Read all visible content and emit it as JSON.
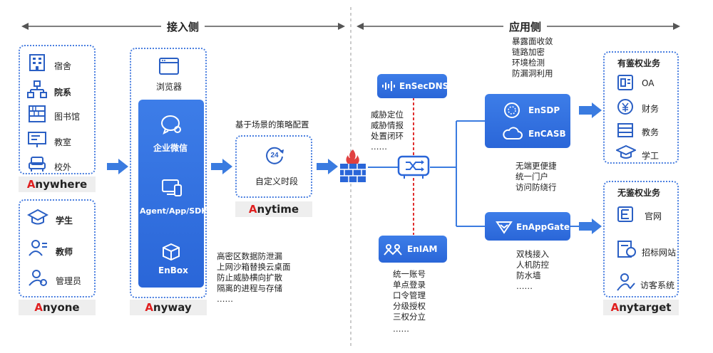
{
  "headers": {
    "left": "接入侧",
    "right": "应用侧"
  },
  "anywhere": {
    "items": [
      "宿舍",
      "院系",
      "图书馆",
      "教室",
      "校外"
    ],
    "label_first": "A",
    "label_rest": "nywhere"
  },
  "anyone": {
    "items": [
      "学生",
      "教师",
      "管理员"
    ],
    "label_first": "A",
    "label_rest": "nyone"
  },
  "anyway": {
    "browser": "浏览器",
    "wecom": "企业微信",
    "agent": "Agent/App/SDK",
    "enbox": "EnBox",
    "label_first": "A",
    "label_rest": "nyway"
  },
  "anytime": {
    "top_text": "基于场景的策略配置",
    "box_text": "自定义时段",
    "label_first": "A",
    "label_rest": "nytime"
  },
  "enbox_notes": [
    "高密区数据防泄漏",
    "上网沙箱替换云桌面",
    "防止威胁横向扩散",
    "隔离的进程与存储",
    "……"
  ],
  "ensecdns": {
    "name": "EnSecDNS",
    "notes": [
      "威胁定位",
      "威胁情报",
      "处置闭环",
      "……"
    ]
  },
  "eniam": {
    "name": "EnIAM",
    "notes": [
      "统一账号",
      "单点登录",
      "口令管理",
      "分级授权",
      "三权分立",
      "……"
    ]
  },
  "ensdp": {
    "name1": "EnSDP",
    "name2": "EnCASB",
    "top_notes": [
      "暴露面收敛",
      "链路加密",
      "环境检测",
      "防漏洞利用"
    ],
    "bottom_notes": [
      "无端更便捷",
      "统一门户",
      "访问防绕行"
    ]
  },
  "enappgate": {
    "name": "EnAppGate",
    "notes": [
      "双栈接入",
      "人机防控",
      "防水墙",
      "……"
    ]
  },
  "auth_apps": {
    "title": "有鉴权业务",
    "items": [
      "OA",
      "财务",
      "教务",
      "学工"
    ]
  },
  "noauth_apps": {
    "title": "无鉴权业务",
    "items": [
      "官网",
      "招标网站",
      "访客系统"
    ]
  },
  "anytarget": {
    "label_first": "A",
    "label_rest": "nytarget"
  },
  "colors": {
    "accent": "#3a7be0",
    "red": "#e02020",
    "dashed_red": "#e03030"
  }
}
